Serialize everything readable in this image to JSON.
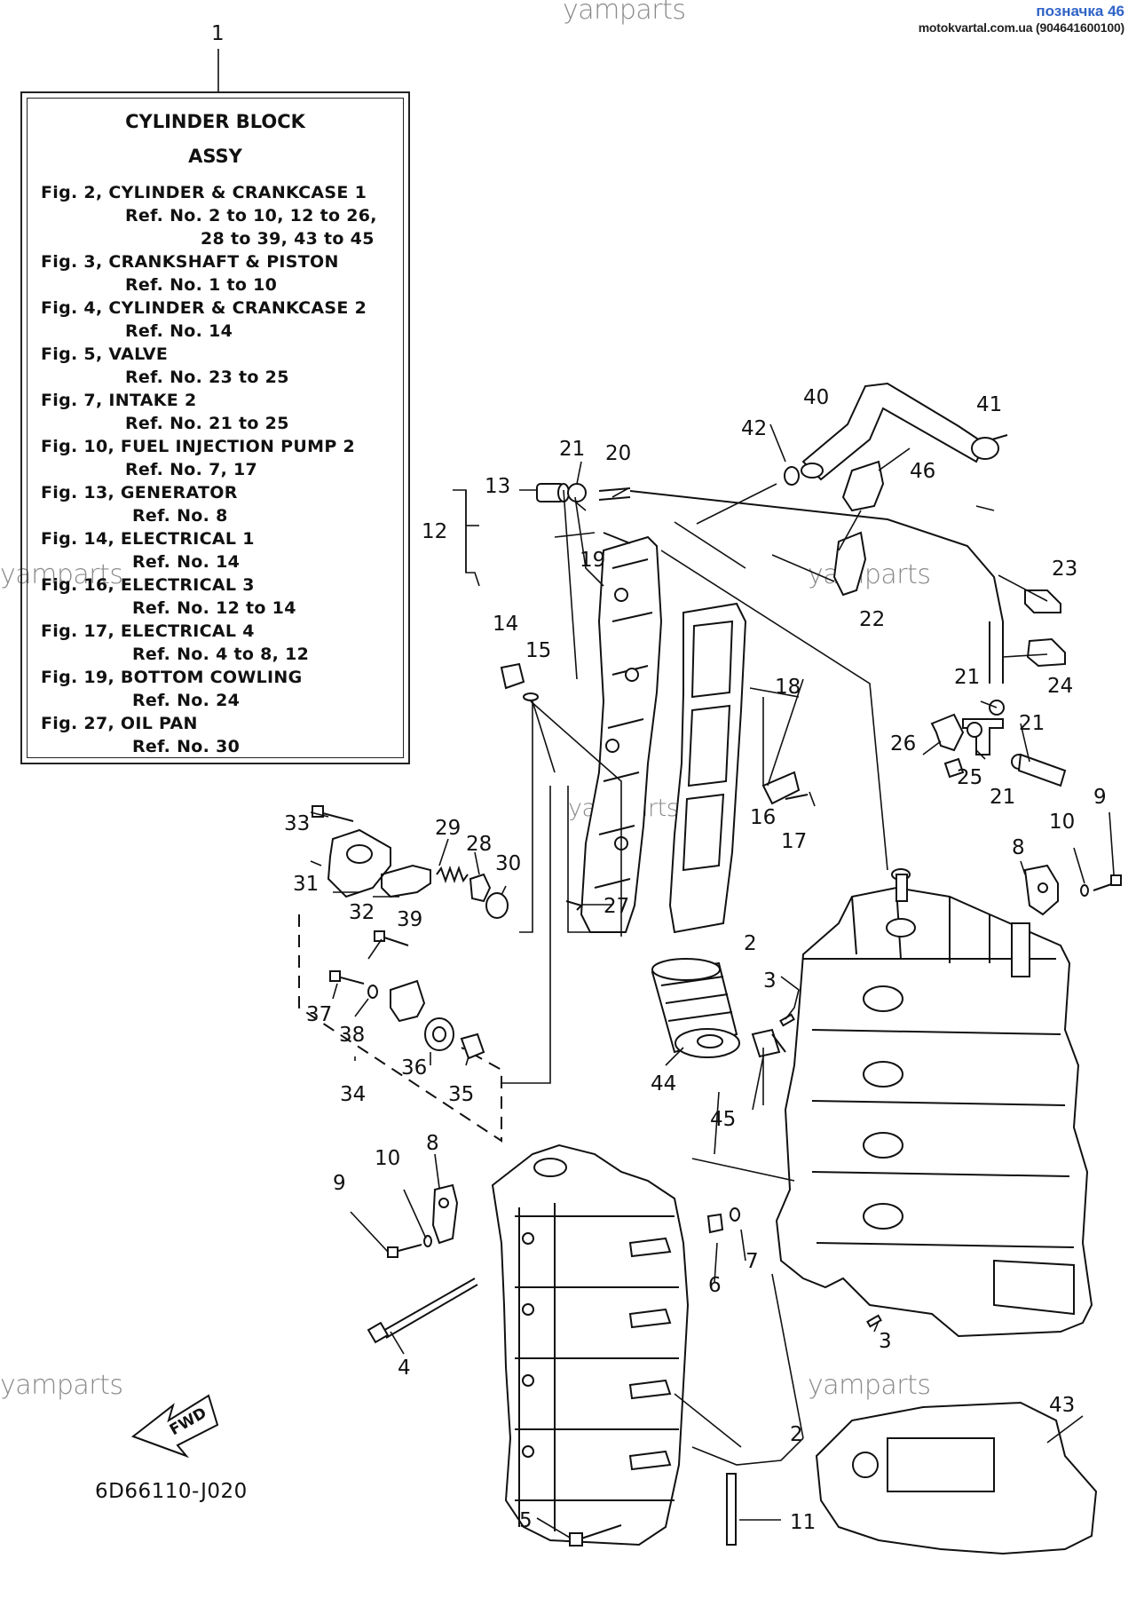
{
  "watermark": "yamparts",
  "site": {
    "title": "позначка 46",
    "url": "motokvartal.com.ua (904641600100)"
  },
  "infobox": {
    "title_line1": "CYLINDER BLOCK",
    "title_line2": "ASSY",
    "lines": [
      "Fig. 2, CYLINDER & CRANKCASE 1",
      "Ref. No. 2 to 10, 12 to 26,",
      "28 to 39, 43 to 45",
      "Fig. 3, CRANKSHAFT & PISTON",
      "Ref. No. 1 to 10",
      "Fig. 4, CYLINDER & CRANKCASE 2",
      "Ref. No. 14",
      "Fig. 5, VALVE",
      "Ref. No. 23 to 25",
      "Fig. 7, INTAKE 2",
      "Ref. No. 21 to 25",
      "Fig. 10, FUEL INJECTION PUMP 2",
      "Ref. No. 7, 17",
      "Fig. 13, GENERATOR",
      "Ref. No. 8",
      "Fig. 14, ELECTRICAL 1",
      "Ref. No. 14",
      "Fig. 16, ELECTRICAL 3",
      "Ref. No. 12 to 14",
      "Fig. 17, ELECTRICAL 4",
      "Ref. No. 4 to 8, 12",
      "Fig. 19, BOTTOM COWLING",
      "Ref. No. 24",
      "Fig. 27, OIL PAN",
      "Ref. No. 30"
    ]
  },
  "fwd_label": "FWD",
  "doc_code": "6D66110-J020",
  "callouts": [
    "1",
    "2",
    "3",
    "4",
    "5",
    "6",
    "7",
    "8",
    "9",
    "10",
    "11",
    "12",
    "13",
    "14",
    "15",
    "16",
    "17",
    "18",
    "19",
    "20",
    "21",
    "22",
    "23",
    "24",
    "25",
    "26",
    "27",
    "28",
    "29",
    "30",
    "31",
    "32",
    "33",
    "34",
    "35",
    "36",
    "37",
    "38",
    "39",
    "40",
    "41",
    "42",
    "43",
    "44",
    "45",
    "46"
  ],
  "callouts_repeat": [
    "2",
    "3",
    "21",
    "21",
    "21",
    "8",
    "9",
    "10"
  ]
}
